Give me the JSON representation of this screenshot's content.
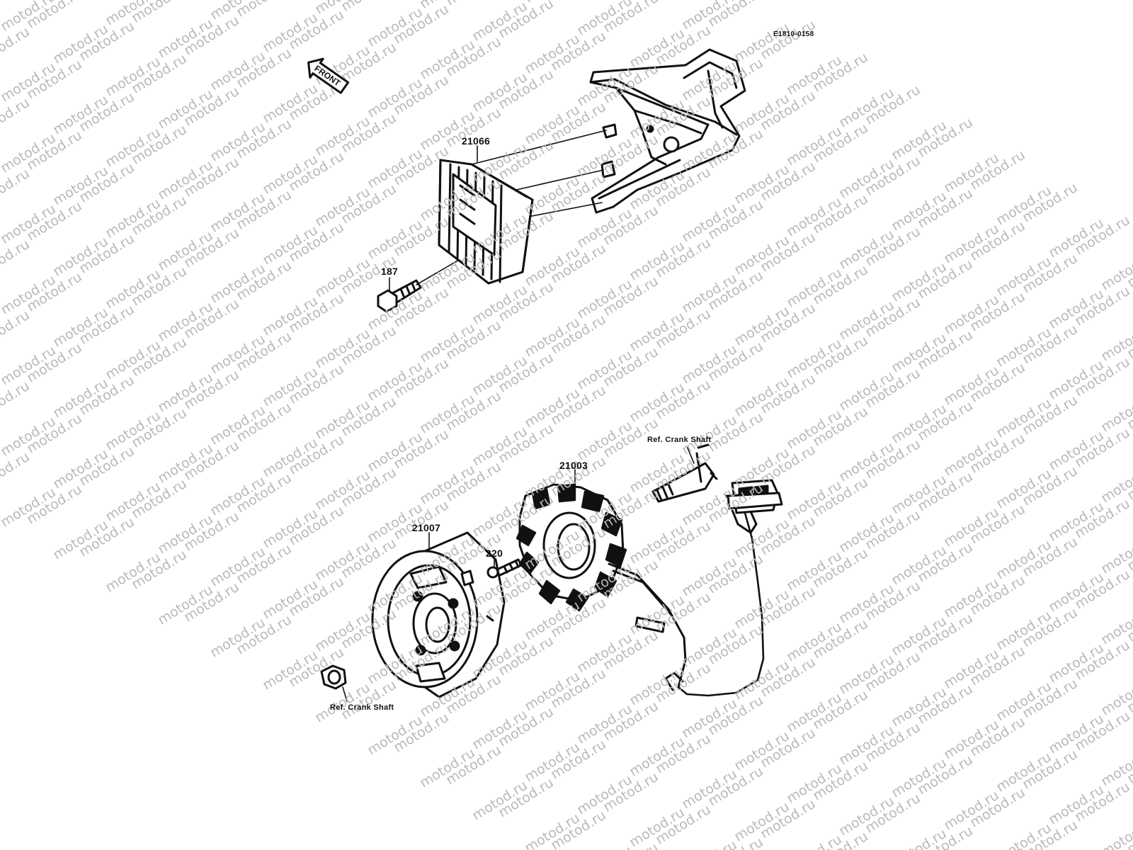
{
  "diagram": {
    "code": "E1810-0158",
    "front_label": "FRONT",
    "watermark": "motod.ru",
    "parts": {
      "regulator": "21066",
      "bolt": "187",
      "stator": "21003",
      "rotor": "21007",
      "screw": "220"
    },
    "refs": {
      "crank_shaft_top": "Ref. Crank Shaft",
      "crank_shaft_bottom": "Ref. Crank Shaft"
    }
  },
  "colors": {
    "ink": "#111111",
    "paper": "#ffffff",
    "watermark": "#b9b9b9"
  }
}
